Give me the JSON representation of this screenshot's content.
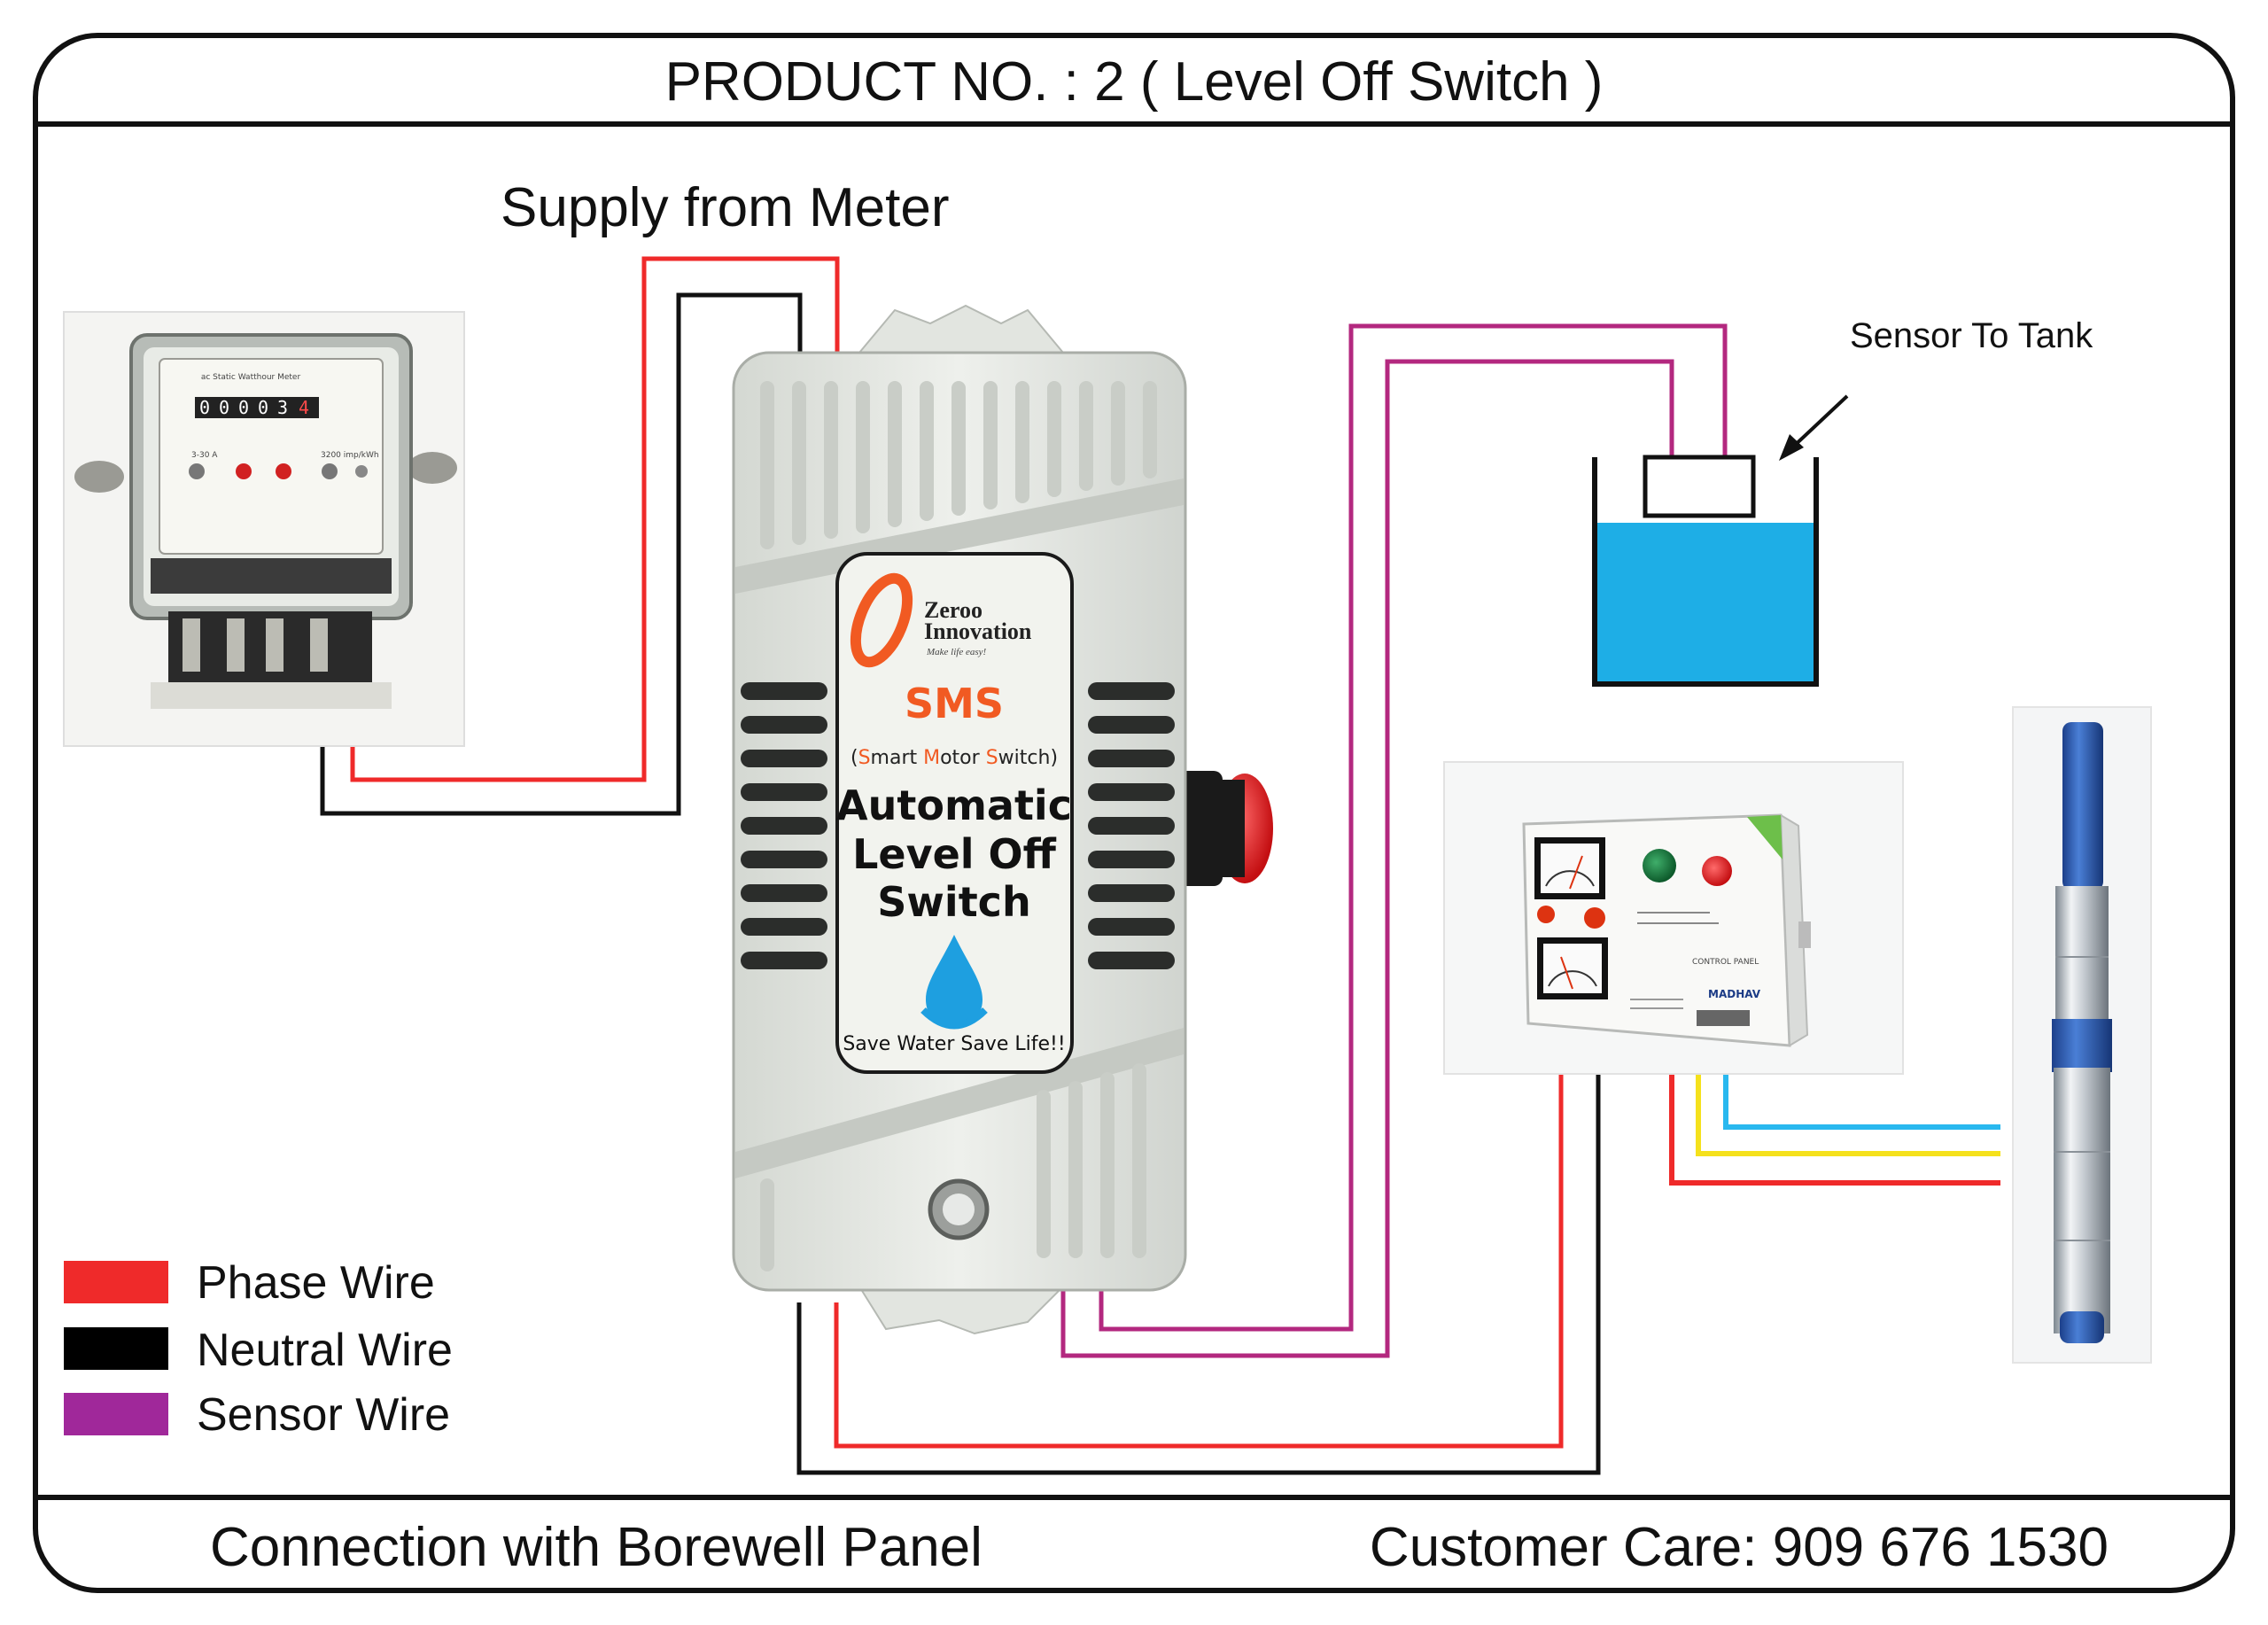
{
  "header": {
    "title": "PRODUCT NO. : 2 ( Level Off Switch )"
  },
  "labels": {
    "supply": "Supply from Meter",
    "sensor_to_tank": "Sensor To Tank"
  },
  "device": {
    "brand_line1": "Zeroo",
    "brand_line2": "Innovation",
    "brand_tagline": "Make life easy!",
    "model": "SMS",
    "model_full_open": "(",
    "model_full_s": "S",
    "model_full_mart": "mart ",
    "model_full_m": "M",
    "model_full_otor": "otor ",
    "model_full_s2": "S",
    "model_full_witch": "witch",
    "model_full_close": ")",
    "name_line1": "Automatic",
    "name_line2": "Level Off",
    "name_line3": "Switch",
    "slogan": "Save Water Save Life!!"
  },
  "meter": {
    "title": "ac Static Watthour Meter",
    "reading": [
      "0",
      "0",
      "0",
      "0",
      "3",
      "4"
    ],
    "spec_left": "3-30 A",
    "spec_right": "3200 imp/kWh"
  },
  "control_panel": {
    "title": "CONTROL PANEL",
    "brand": "MADHAV"
  },
  "legend": [
    {
      "label": "Phase Wire",
      "color": "#ef2a2a"
    },
    {
      "label": "Neutral Wire",
      "color": "#000000"
    },
    {
      "label": "Sensor Wire",
      "color": "#a0289a"
    }
  ],
  "footer": {
    "left": "Connection with Borewell Panel",
    "right": "Customer Care: 909 676 1530"
  },
  "colors": {
    "phase": "#ef2a2a",
    "neutral": "#111111",
    "sensor": "#b3287f",
    "water": "#1eaee6",
    "blue_wire": "#29b8ef",
    "yellow_wire": "#f5e11c",
    "accent_orange": "#f15a22"
  }
}
